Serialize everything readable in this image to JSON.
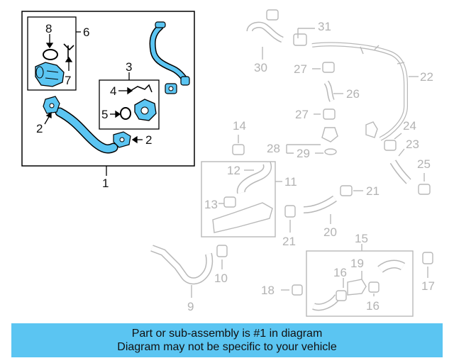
{
  "callouts": {
    "c1": "1",
    "c2a": "2",
    "c2b": "2",
    "c3": "3",
    "c4": "4",
    "c5": "5",
    "c6": "6",
    "c7": "7",
    "c8": "8",
    "c9": "9",
    "c10": "10",
    "c11": "11",
    "c12": "12",
    "c13": "13",
    "c14": "14",
    "c15": "15",
    "c16a": "16",
    "c16b": "16",
    "c17": "17",
    "c18": "18",
    "c19": "19",
    "c20": "20",
    "c21a": "21",
    "c21b": "21",
    "c22": "22",
    "c23": "23",
    "c24": "24",
    "c25": "25",
    "c26": "26",
    "c27a": "27",
    "c27b": "27",
    "c28": "28",
    "c29": "29",
    "c30": "30",
    "c31": "31"
  },
  "banner": {
    "line1": "Part or sub-assembly is #1 in diagram",
    "line2": "Diagram may not be specific to your vehicle"
  },
  "colors": {
    "highlight": "#5bc5f2",
    "outline": "#000000",
    "ghost": "#b8b8b8",
    "banner": "#5bc5f2"
  }
}
